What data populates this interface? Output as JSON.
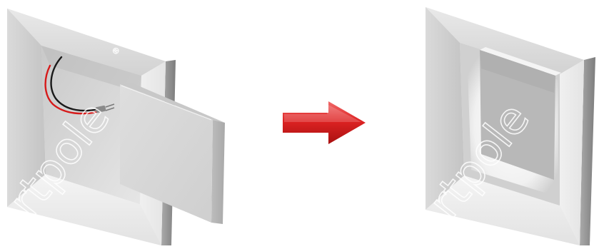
{
  "figure": {
    "step_before": "frame-with-wires-and-panel-inserting",
    "step_after": "frame-with-panel-installed",
    "transition_icon": "arrow-right-icon",
    "watermark": {
      "text": "artpole",
      "mark": "®"
    },
    "colors": {
      "frame_light": "#f2f2f2",
      "frame_mid": "#dcdcdc",
      "frame_shadow": "#b9b9b9",
      "panel_face": "#d6d6d6",
      "arrow_red": "#d91f1f",
      "wire_red": "#d61a1a",
      "wire_black": "#1a1a1a"
    }
  }
}
